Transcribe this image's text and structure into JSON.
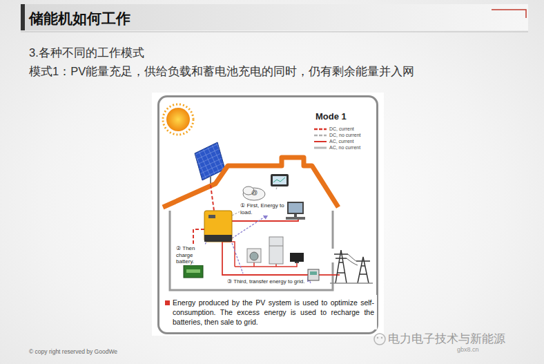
{
  "diagram": {
    "title": "储能机如何工作",
    "nodes": [
      {
        "text": [
          "Mode 1"
        ]
      },
      {
        "text": [
          "Energy produced by the PV system is used to optimize self-consumption. The excess energy is used to recharge the batteries, then sale to grid."
        ],
        "in": 0
      }
    ],
    "labels": [
      "3.各种不同的工作模式",
      "模式1：PV能量充足，供给负载和蓄电池充电的同时，仍有剩余能量并入网",
      "① First, Energy to load.",
      "② Then charge battery.",
      "③ Third, transfer energy to grid.",
      "@",
      "© copy right reserved by GoodWe",
      "电力电子技术与新能源",
      "gbx8.cn"
    ],
    "legend": [
      {
        "text": "DC, current"
      },
      {
        "text": "DC, no current"
      },
      {
        "text": "AC, current"
      },
      {
        "text": "AC, no current"
      }
    ]
  }
}
